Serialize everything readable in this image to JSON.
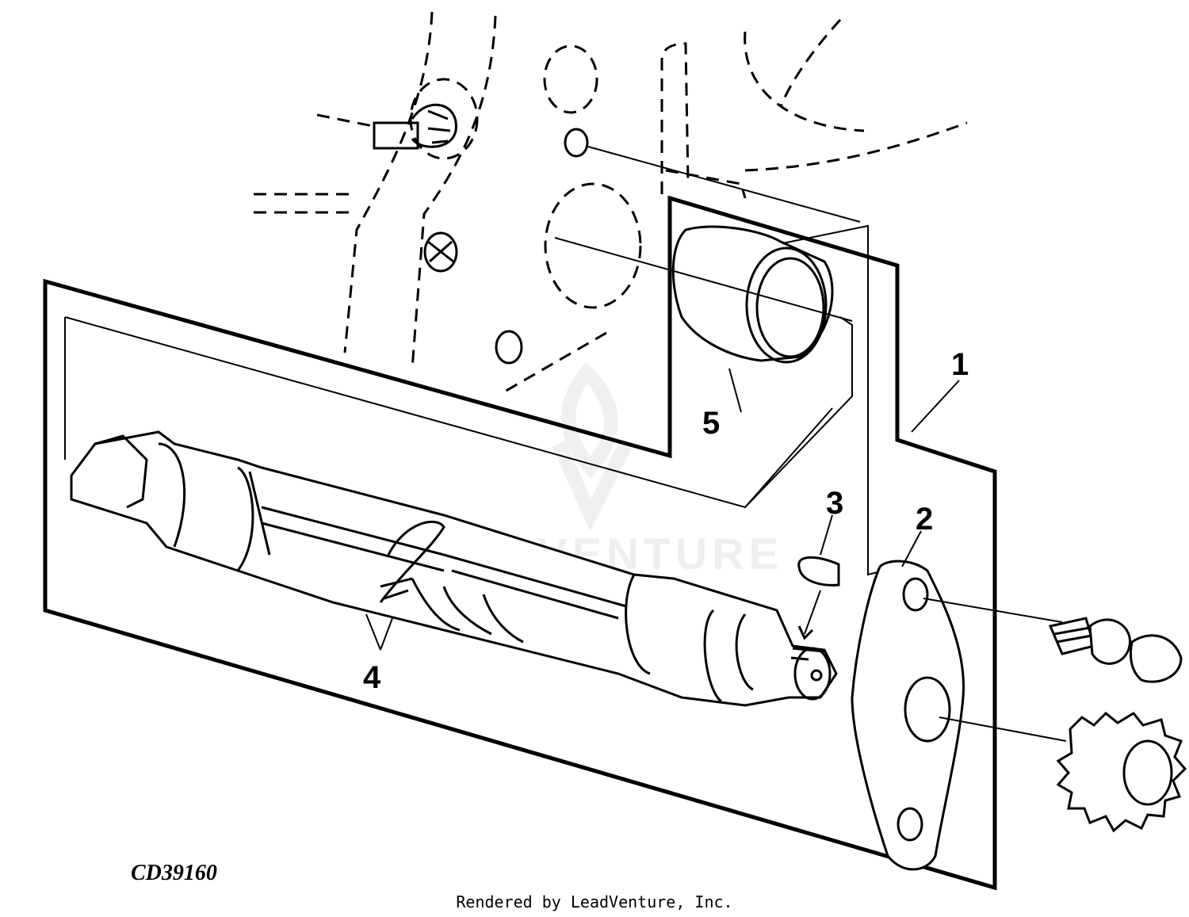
{
  "figure": {
    "code": "CD39160",
    "footer": "Rendered by LeadVenture, Inc.",
    "watermark": "LEADVENTURE"
  },
  "callouts": [
    {
      "id": "1",
      "label": "1"
    },
    {
      "id": "2",
      "label": "2"
    },
    {
      "id": "3",
      "label": "3"
    },
    {
      "id": "4",
      "label": "4"
    },
    {
      "id": "5",
      "label": "5"
    }
  ]
}
